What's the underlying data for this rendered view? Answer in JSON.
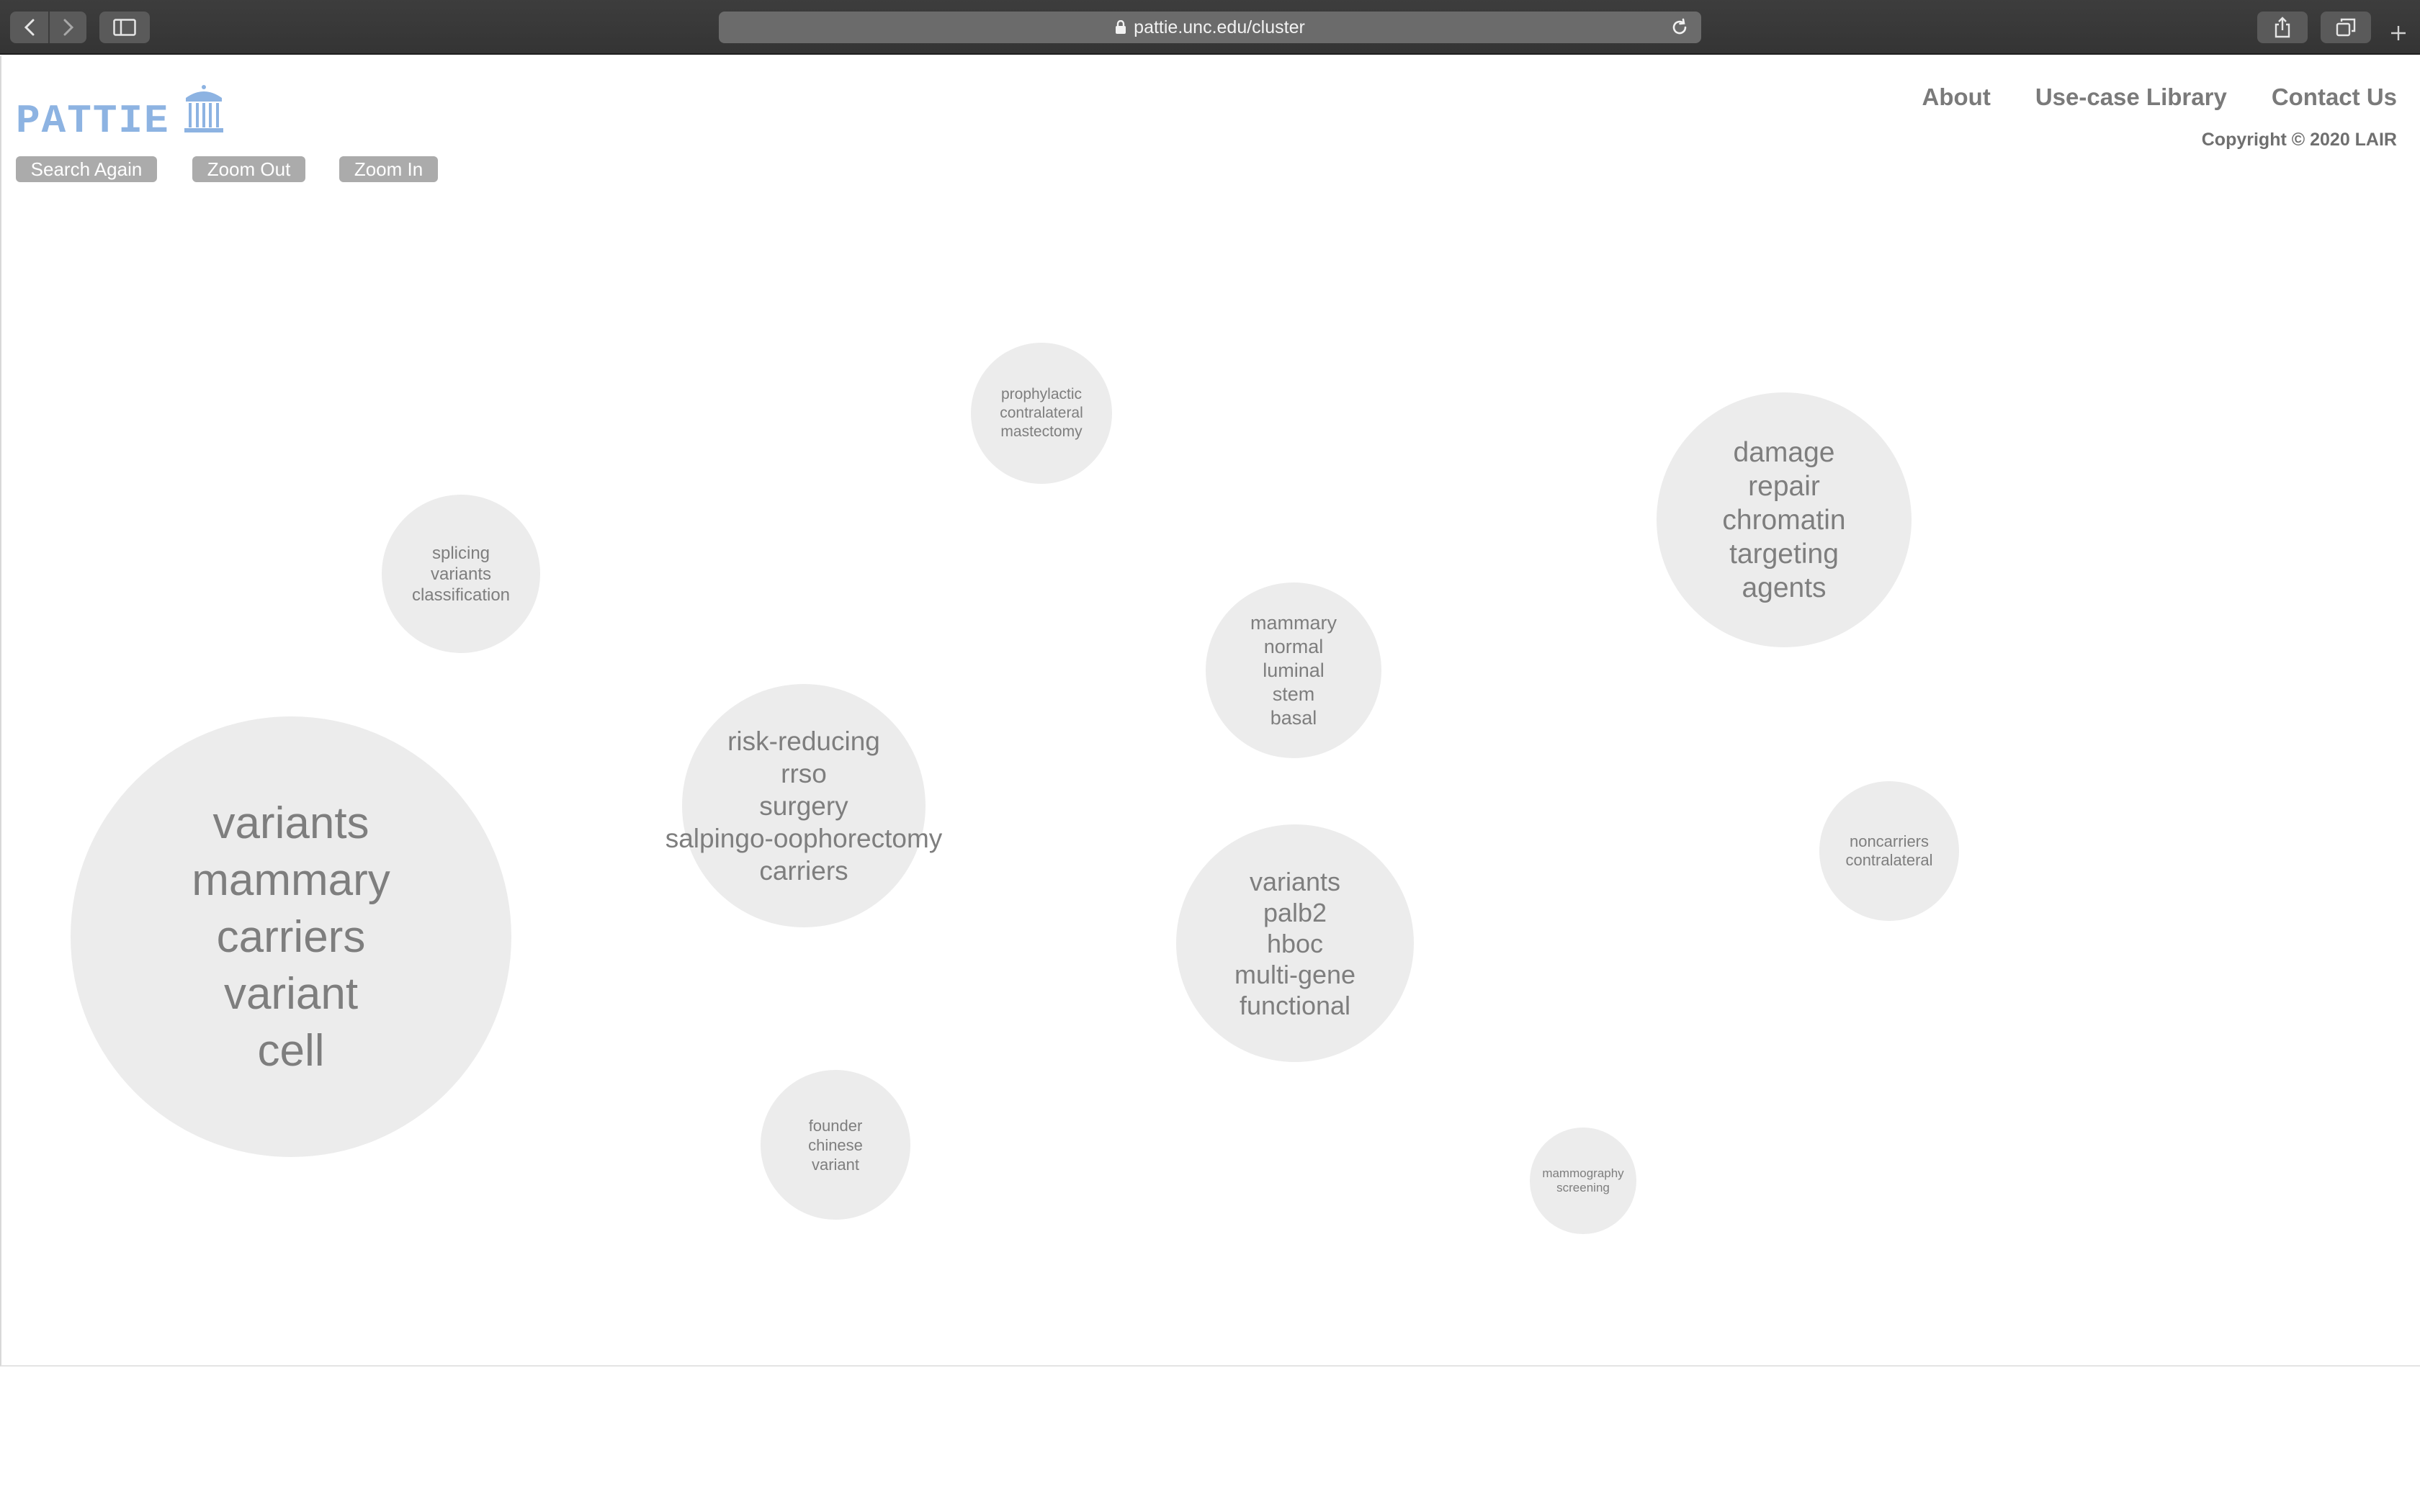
{
  "browser": {
    "url": "pattie.unc.edu/cluster"
  },
  "site": {
    "logo_text": "PATTIE",
    "nav": [
      {
        "label": "About"
      },
      {
        "label": "Use-case Library"
      },
      {
        "label": "Contact Us"
      }
    ],
    "copyright": "Copyright © 2020 LAIR"
  },
  "toolbar": {
    "search_again": "Search Again",
    "zoom_out": "Zoom Out",
    "zoom_in": "Zoom In"
  },
  "clusters": [
    {
      "terms": [
        "variants",
        "mammary",
        "carriers",
        "variant",
        "cell"
      ]
    },
    {
      "terms": [
        "risk-reducing",
        "rrso",
        "surgery",
        "salpingo-oophorectomy",
        "carriers"
      ]
    },
    {
      "terms": [
        "splicing",
        "variants",
        "classification"
      ]
    },
    {
      "terms": [
        "prophylactic",
        "contralateral",
        "mastectomy"
      ]
    },
    {
      "terms": [
        "mammary",
        "normal",
        "luminal",
        "stem",
        "basal"
      ]
    },
    {
      "terms": [
        "variants",
        "palb2",
        "hboc",
        "multi-gene",
        "functional"
      ]
    },
    {
      "terms": [
        "damage",
        "repair",
        "chromatin",
        "targeting",
        "agents"
      ]
    },
    {
      "terms": [
        "noncarriers",
        "contralateral"
      ]
    },
    {
      "terms": [
        "founder",
        "chinese",
        "variant"
      ]
    },
    {
      "terms": [
        "mammography",
        "screening"
      ]
    }
  ],
  "colors": {
    "logo": "#8db3e2",
    "bubble": "#ececec",
    "bubble_text": "#7e7e7e",
    "button": "#ababab"
  }
}
